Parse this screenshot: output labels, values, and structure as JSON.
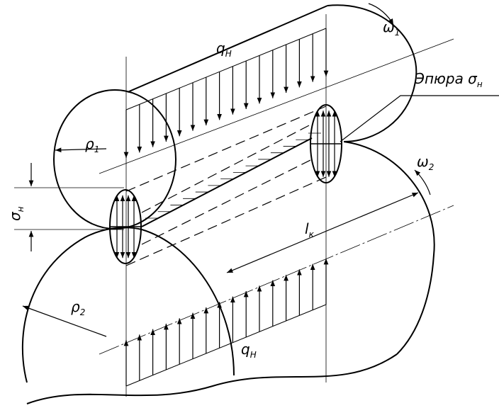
{
  "labels": {
    "q_top": "q",
    "q_top_sub": "H",
    "q_bottom": "q",
    "q_bottom_sub": "H",
    "omega1": "ω",
    "omega1_sub": "1",
    "omega2": "ω",
    "omega2_sub": "2",
    "rho1": "ρ",
    "rho1_sub": "1",
    "rho2": "ρ",
    "rho2_sub": "2",
    "sigma": "σ",
    "sigma_sub": "н",
    "lk": "l",
    "lk_sub": "к",
    "epure": "Эпюра σ",
    "epure_sub": "н"
  },
  "colors": {
    "line": "#000000",
    "background": "#ffffff"
  }
}
